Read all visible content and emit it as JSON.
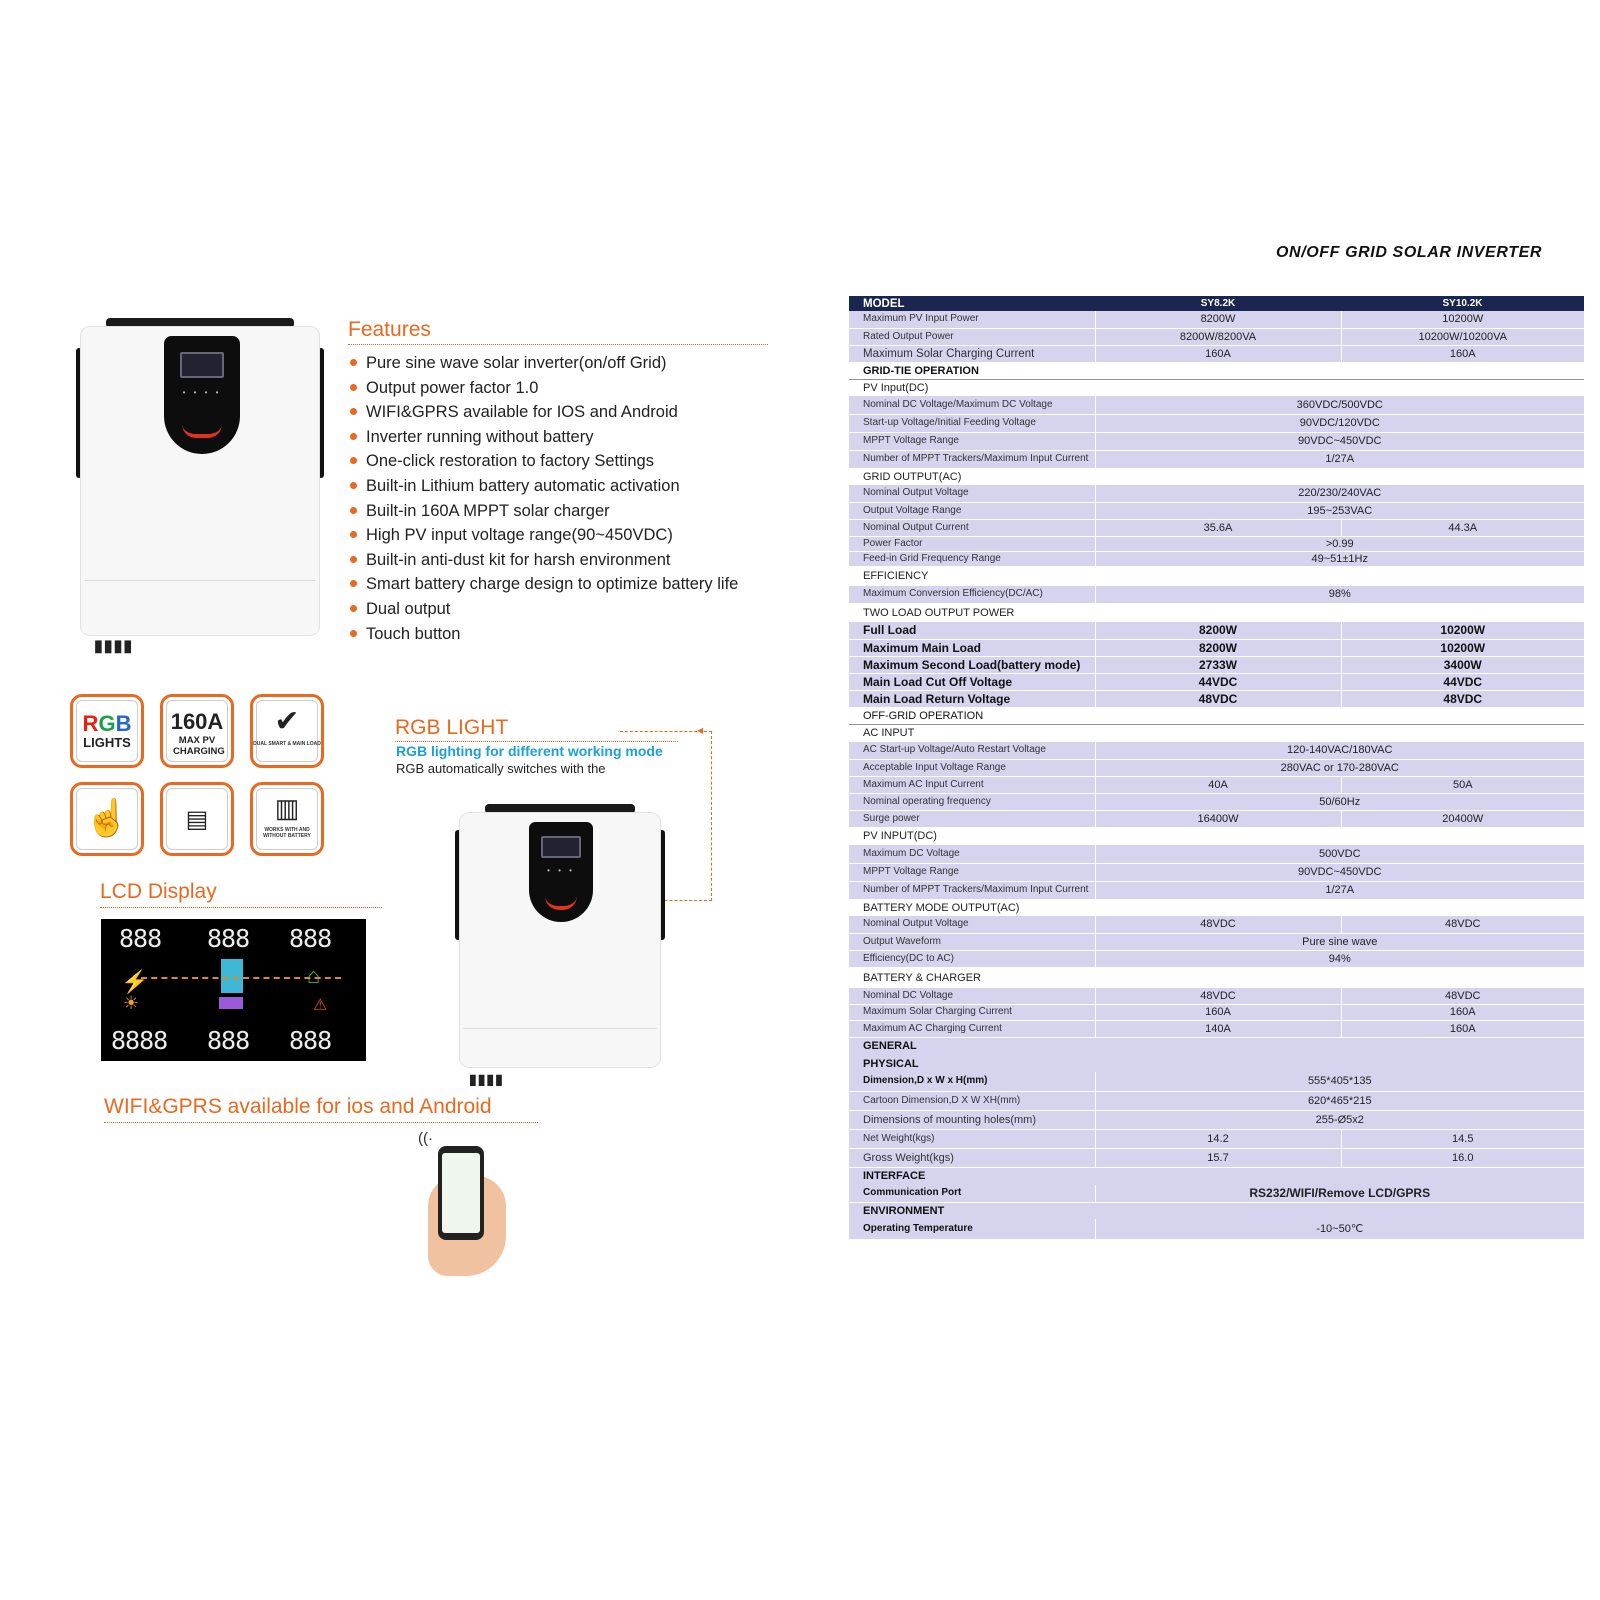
{
  "features": {
    "title": "Features",
    "items": [
      "Pure sine wave solar inverter(on/off Grid)",
      "Output power factor 1.0",
      "WIFI&GPRS available for IOS and Android",
      "Inverter running without battery",
      "One-click restoration to factory Settings",
      "Built-in Lithium battery automatic activation",
      "Built-in 160A  MPPT  solar charger",
      "High PV input voltage range(90~450VDC)",
      "Built-in anti-dust  kit for harsh environment",
      "Smart battery charge design to optimize battery life",
      "Dual output",
      "Touch button"
    ]
  },
  "tiles": {
    "rgb_top": "RGB",
    "rgb_bottom": "LIGHTS",
    "charge_big": "160A",
    "charge_small": "MAX PV CHARGING",
    "dual_label": "DUAL SMART & MAIN LOAD",
    "battery_label": "WORKS WITH AND WITHOUT BATTERY"
  },
  "lcd": {
    "title": "LCD Display",
    "seg_top_left": "888",
    "seg_top_mid": "888",
    "seg_top_right": "888",
    "seg_bottom_left": "8888",
    "seg_bottom_mid": "888",
    "seg_bottom_right": "888"
  },
  "rgb": {
    "title": "RGB LIGHT",
    "subtitle": "RGB lighting for different working mode",
    "description": "RGB automatically switches with the"
  },
  "wifi": {
    "title": "WIFI&GPRS available for ios and Android"
  },
  "spec": {
    "title": "ON/OFF GRID SOLAR INVERTER",
    "header": [
      "MODEL",
      "SY8.2K",
      "SY10.2K"
    ],
    "r1": [
      "Maximum PV Input Power",
      "8200W",
      "10200W"
    ],
    "r2": [
      "Rated Output Power",
      "8200W/8200VA",
      "10200W/10200VA"
    ],
    "r3": [
      "Maximum Solar Charging Current",
      "160A",
      "160A"
    ],
    "s1": "GRID-TIE OPERATION",
    "s2": "PV Input(DC)",
    "r4": [
      "Nominal DC Voltage/Maximum DC Voltage",
      "360VDC/500VDC"
    ],
    "r5": [
      "Start-up Voltage/Initial Feeding Voltage",
      "90VDC/120VDC"
    ],
    "r6": [
      "MPPT Voltage Range",
      "90VDC~450VDC"
    ],
    "r7": [
      "Number of MPPT Trackers/Maximum Input Current",
      "1/27A"
    ],
    "s3": "GRID OUTPUT(AC)",
    "r8": [
      "Nominal Output Voltage",
      "220/230/240VAC"
    ],
    "r9": [
      "Output Voltage Range",
      "195~253VAC"
    ],
    "r10": [
      "Nominal Output Current",
      "35.6A",
      "44.3A"
    ],
    "r11": [
      "Power Factor",
      ">0.99"
    ],
    "r12": [
      "Feed-in Grid Frequency Range",
      "49~51±1Hz"
    ],
    "s4": "EFFICIENCY",
    "r13": [
      "Maximum Conversion Efficiency(DC/AC)",
      "98%"
    ],
    "s5": "TWO LOAD OUTPUT POWER",
    "r14": [
      "Full Load",
      "8200W",
      "10200W"
    ],
    "r15": [
      "Maximum Main Load",
      "8200W",
      "10200W"
    ],
    "r16": [
      "Maximum Second Load(battery mode)",
      "2733W",
      "3400W"
    ],
    "r17": [
      "Main Load Cut Off  Voltage",
      "44VDC",
      "44VDC"
    ],
    "r18": [
      "Main Load Return  Voltage",
      "48VDC",
      "48VDC"
    ],
    "s6": "OFF-GRID OPERATION",
    "s7": "AC INPUT",
    "r19": [
      "AC Start-up Voltage/Auto Restart Voltage",
      "120-140VAC/180VAC"
    ],
    "r20": [
      "Acceptable Input Voltage Range",
      "280VAC or 170-280VAC"
    ],
    "r21": [
      "Maximum AC Input Current",
      "40A",
      "50A"
    ],
    "r22": [
      "Nominal operating frequency",
      "50/60Hz"
    ],
    "r23": [
      "Surge power",
      "16400W",
      "20400W"
    ],
    "s8": "PV INPUT(DC)",
    "r24": [
      "Maximum DC Voltage",
      "500VDC"
    ],
    "r25": [
      "MPPT Voltage Range",
      "90VDC~450VDC"
    ],
    "r26": [
      "Number of MPPT Trackers/Maximum Input Current",
      "1/27A"
    ],
    "s9": "BATTERY MODE OUTPUT(AC)",
    "r27": [
      "Nominal Output Voltage",
      "48VDC",
      "48VDC"
    ],
    "r28": [
      "Output Waveform",
      "Pure  sine wave"
    ],
    "r29": [
      "Efficiency(DC to AC)",
      "94%"
    ],
    "s10": "BATTERY & CHARGER",
    "r30": [
      "Nominal DC Voltage",
      "48VDC",
      "48VDC"
    ],
    "r31": [
      "Maximum Solar Charging Current",
      "160A",
      "160A"
    ],
    "r32": [
      "Maximum AC Charging Current",
      "140A",
      "160A"
    ],
    "s11": "GENERAL",
    "s12": "PHYSICAL",
    "r33": [
      "Dimension,D x W x H(mm)",
      "555*405*135"
    ],
    "r34": [
      "Cartoon Dimension,D X W XH(mm)",
      "620*465*215"
    ],
    "r35": [
      "Dimensions of mounting holes(mm)",
      "255-Ø5x2"
    ],
    "r36": [
      "Net Weight(kgs)",
      "14.2",
      "14.5"
    ],
    "r37": [
      "Gross Weight(kgs)",
      "15.7",
      "16.0"
    ],
    "s13": "INTERFACE",
    "r38": [
      "Communication Port",
      "RS232/WIFI/Remove LCD/GPRS"
    ],
    "s14": "ENVIRONMENT",
    "r39": [
      "Operating Temperature",
      "-10~50℃"
    ]
  },
  "colors": {
    "accent_orange": "#e8691f",
    "table_header": "#1b2650",
    "table_row": "#d5d3ee",
    "rgb_blue": "#1ea0d8"
  }
}
